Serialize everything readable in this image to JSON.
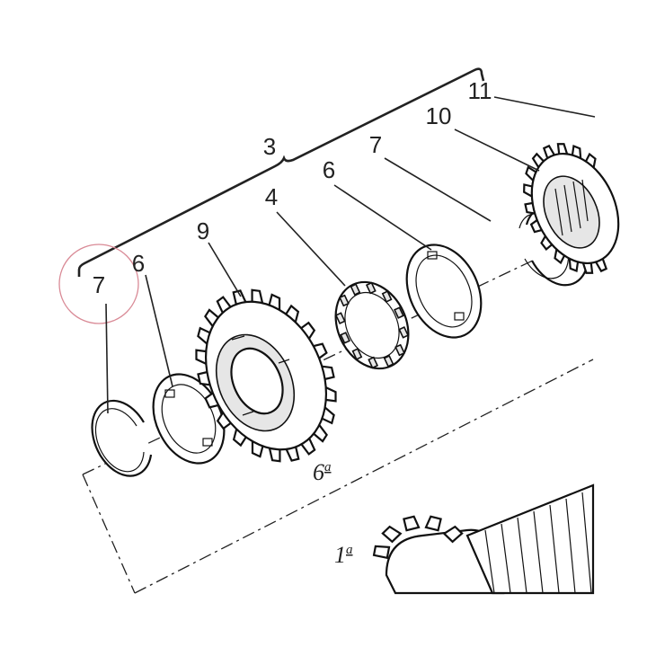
{
  "diagram": {
    "callouts": {
      "c3": "3",
      "c4": "4",
      "c6_left": "6",
      "c6_right": "6",
      "c7_left": "7",
      "c7_right": "7",
      "c9": "9",
      "c10": "10",
      "c11": "11"
    },
    "gear_labels": {
      "sixth_main": "6",
      "sixth_sup": "a",
      "first_main": "1",
      "first_sup": "a"
    },
    "colors": {
      "line": "#222222",
      "highlight_circle": "#d98a96"
    }
  }
}
